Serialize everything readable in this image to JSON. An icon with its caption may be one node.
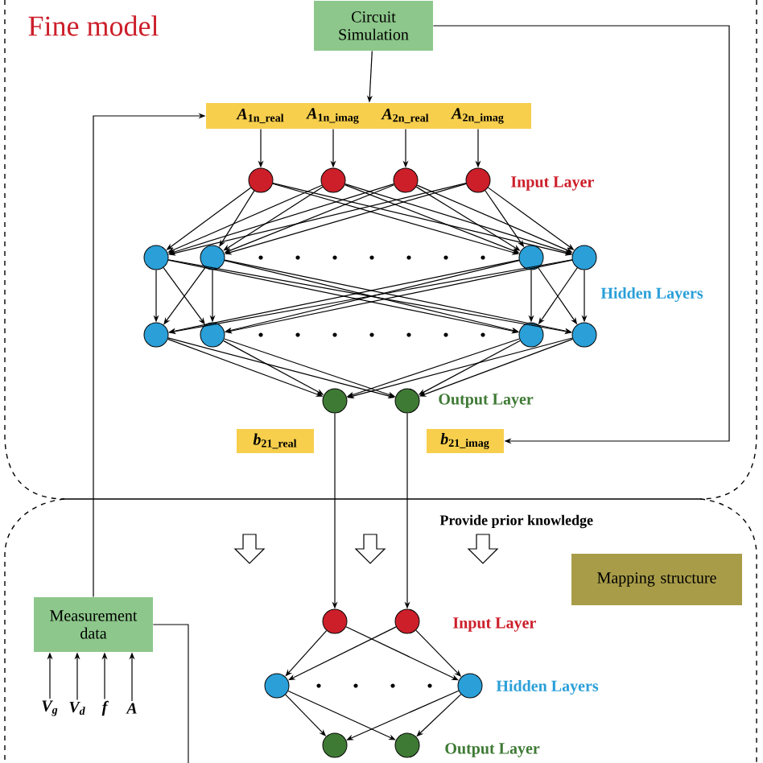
{
  "diagram": {
    "nodes": [
      {
        "text": [
          "Circuit Simulation"
        ]
      },
      {
        "text": [
          "*A*$_{1n_real}$",
          "*A*$_{1n_imag}$",
          "*A*$_{2n_real}$",
          "*A*$_{2n_imag}$"
        ]
      },
      {
        "text": [],
        "shape": "circle"
      },
      {
        "text": [],
        "shape": "circle"
      },
      {
        "text": [],
        "shape": "circle"
      },
      {
        "text": [],
        "shape": "circle"
      },
      {
        "text": [],
        "shape": "circle"
      },
      {
        "text": [],
        "shape": "circle"
      },
      {
        "text": [],
        "shape": "circle"
      },
      {
        "text": [],
        "shape": "circle"
      },
      {
        "text": [],
        "shape": "circle"
      },
      {
        "text": [],
        "shape": "circle"
      },
      {
        "text": [],
        "shape": "circle"
      },
      {
        "text": [],
        "shape": "circle"
      },
      {
        "text": [],
        "shape": "circle"
      },
      {
        "text": [],
        "shape": "circle"
      },
      {
        "text": [
          "*b*$_{21_real}$"
        ]
      },
      {
        "text": [
          "*b*$_{21_imag}$"
        ]
      },
      {
        "text": [
          "Mapping structure"
        ]
      },
      {
        "text": [
          "Measurement data"
        ]
      },
      {
        "text": [],
        "shape": "circle"
      },
      {
        "text": [],
        "shape": "circle"
      },
      {
        "text": [],
        "shape": "circle"
      },
      {
        "text": [],
        "shape": "circle"
      },
      {
        "text": [],
        "shape": "circle"
      },
      {
        "text": [],
        "shape": "circle"
      },
      {
        "text": [
          "V$_{g}$"
        ]
      },
      {
        "text": [
          "V$_{d}$"
        ]
      },
      {
        "text": [
          "f"
        ]
      },
      {
        "text": [
          "A"
        ]
      },
      {
        "text": [],
        "shape": "arrow"
      },
      {
        "text": [],
        "shape": "arrow"
      },
      {
        "text": [],
        "shape": "arrow"
      }
    ],
    "edges": [
      {
        "from": 0,
        "to": 1,
        "arrow": "to"
      },
      {
        "from": 0,
        "to": 17,
        "arrow": "to"
      },
      {
        "from": 1,
        "to": 2,
        "arrow": "to"
      },
      {
        "from": 1,
        "to": 3,
        "arrow": "to"
      },
      {
        "from": 1,
        "to": 4,
        "arrow": "to"
      },
      {
        "from": 1,
        "to": 5,
        "arrow": "to"
      },
      {
        "from": 2,
        "to": 6,
        "arrow": "to"
      },
      {
        "from": 2,
        "to": 7,
        "arrow": "to"
      },
      {
        "from": 2,
        "to": 8,
        "arrow": "to"
      },
      {
        "from": 2,
        "to": 9,
        "arrow": "to"
      },
      {
        "from": 3,
        "to": 6,
        "arrow": "to"
      },
      {
        "from": 3,
        "to": 7,
        "arrow": "to"
      },
      {
        "from": 3,
        "to": 8,
        "arrow": "to"
      },
      {
        "from": 3,
        "to": 9,
        "arrow": "to"
      },
      {
        "from": 4,
        "to": 6,
        "arrow": "to"
      },
      {
        "from": 4,
        "to": 7,
        "arrow": "to"
      },
      {
        "from": 4,
        "to": 8,
        "arrow": "to"
      },
      {
        "from": 4,
        "to": 9,
        "arrow": "to"
      },
      {
        "from": 5,
        "to": 6,
        "arrow": "to"
      },
      {
        "from": 5,
        "to": 7,
        "arrow": "to"
      },
      {
        "from": 5,
        "to": 8,
        "arrow": "to"
      },
      {
        "from": 5,
        "to": 9,
        "arrow": "to"
      },
      {
        "from": 6,
        "to": 10,
        "arrow": "to"
      },
      {
        "from": 6,
        "to": 11,
        "arrow": "to"
      },
      {
        "from": 6,
        "to": 12,
        "arrow": "to"
      },
      {
        "from": 6,
        "to": 13,
        "arrow": "to"
      },
      {
        "from": 7,
        "to": 10,
        "arrow": "to"
      },
      {
        "from": 7,
        "to": 11,
        "arrow": "to"
      },
      {
        "from": 7,
        "to": 12,
        "arrow": "to"
      },
      {
        "from": 7,
        "to": 13,
        "arrow": "to"
      },
      {
        "from": 8,
        "to": 10,
        "arrow": "to"
      },
      {
        "from": 8,
        "to": 11,
        "arrow": "to"
      },
      {
        "from": 8,
        "to": 12,
        "arrow": "to"
      },
      {
        "from": 8,
        "to": 13,
        "arrow": "to"
      },
      {
        "from": 9,
        "to": 10,
        "arrow": "to"
      },
      {
        "from": 9,
        "to": 11,
        "arrow": "to"
      },
      {
        "from": 9,
        "to": 12,
        "arrow": "to"
      },
      {
        "from": 9,
        "to": 13,
        "arrow": "to"
      },
      {
        "from": 10,
        "to": 14,
        "arrow": "to"
      },
      {
        "from": 10,
        "to": 15,
        "arrow": "to"
      },
      {
        "from": 11,
        "to": 14,
        "arrow": "to"
      },
      {
        "from": 11,
        "to": 15,
        "arrow": "to"
      },
      {
        "from": 12,
        "to": 14,
        "arrow": "to"
      },
      {
        "from": 12,
        "to": 15,
        "arrow": "to"
      },
      {
        "from": 13,
        "to": 14,
        "arrow": "to"
      },
      {
        "from": 13,
        "to": 15,
        "arrow": "to"
      },
      {
        "from": 14,
        "to": 20,
        "arrow": "to"
      },
      {
        "from": 15,
        "to": 21,
        "arrow": "to"
      },
      {
        "from": 20,
        "to": 22,
        "arrow": "to"
      },
      {
        "from": 20,
        "to": 23,
        "arrow": "to"
      },
      {
        "from": 21,
        "to": 22,
        "arrow": "to"
      },
      {
        "from": 21,
        "to": 23,
        "arrow": "to"
      },
      {
        "from": 22,
        "to": 24,
        "arrow": "to"
      },
      {
        "from": 22,
        "to": 25,
        "arrow": "to"
      },
      {
        "from": 23,
        "to": 24,
        "arrow": "to"
      },
      {
        "from": 23,
        "to": 25,
        "arrow": "to"
      },
      {
        "from": 19,
        "to": 1,
        "arrow": "to"
      },
      {
        "from": 19,
        "to": null,
        "arrow": "none"
      },
      {
        "from": 26,
        "to": 19,
        "arrow": "to"
      },
      {
        "from": 27,
        "to": 19,
        "arrow": "to"
      },
      {
        "from": 28,
        "to": 19,
        "arrow": "to"
      },
      {
        "from": 29,
        "to": 19,
        "arrow": "to"
      }
    ],
    "labels": [
      "Fine model",
      "Input Layer",
      "Hidden Layers",
      "Output Layer",
      "Provide prior knowledge",
      "Input Layer",
      "Hidden Layers",
      "Output Layer"
    ]
  }
}
